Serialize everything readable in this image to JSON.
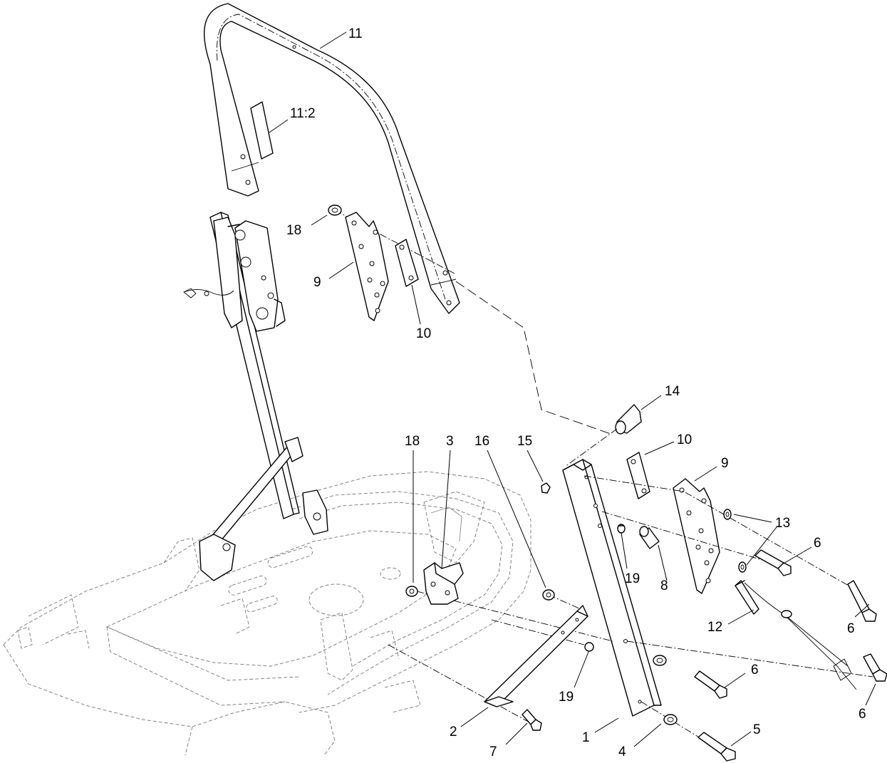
{
  "callouts": [
    {
      "id": "c11",
      "text": "11"
    },
    {
      "id": "c11-2",
      "text": "11:2"
    },
    {
      "id": "c18a",
      "text": "18"
    },
    {
      "id": "c9a",
      "text": "9"
    },
    {
      "id": "c10a",
      "text": "10"
    },
    {
      "id": "c14",
      "text": "14"
    },
    {
      "id": "c18b",
      "text": "18"
    },
    {
      "id": "c3",
      "text": "3"
    },
    {
      "id": "c16",
      "text": "16"
    },
    {
      "id": "c15",
      "text": "15"
    },
    {
      "id": "c10b",
      "text": "10"
    },
    {
      "id": "c9b",
      "text": "9"
    },
    {
      "id": "c13",
      "text": "13"
    },
    {
      "id": "c6a",
      "text": "6"
    },
    {
      "id": "c19a",
      "text": "19"
    },
    {
      "id": "c8",
      "text": "8"
    },
    {
      "id": "c12",
      "text": "12"
    },
    {
      "id": "c6b",
      "text": "6"
    },
    {
      "id": "c19b",
      "text": "19"
    },
    {
      "id": "c6c",
      "text": "6"
    },
    {
      "id": "c6d",
      "text": "6"
    },
    {
      "id": "c2",
      "text": "2"
    },
    {
      "id": "c5",
      "text": "5"
    },
    {
      "id": "c1",
      "text": "1"
    },
    {
      "id": "c7",
      "text": "7"
    },
    {
      "id": "c4",
      "text": "4"
    }
  ]
}
